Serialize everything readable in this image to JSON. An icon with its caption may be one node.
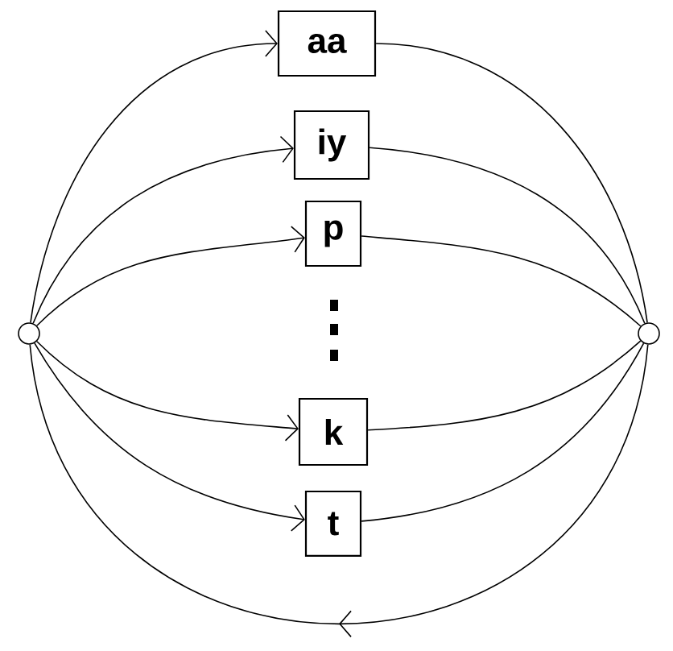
{
  "diagram": {
    "nodes": [
      {
        "text": [],
        "shape": "circle"
      },
      {
        "text": [
          "aa"
        ]
      },
      {
        "text": [
          "iy"
        ]
      },
      {
        "text": [
          "p"
        ]
      },
      {
        "text": [
          "k"
        ]
      },
      {
        "text": [
          "t"
        ]
      },
      {
        "text": [],
        "shape": "circle"
      }
    ],
    "edges": [
      {
        "from": 0,
        "to": 1,
        "arrow": "to"
      },
      {
        "from": 0,
        "to": 2,
        "arrow": "to"
      },
      {
        "from": 0,
        "to": 3,
        "arrow": "to"
      },
      {
        "from": 0,
        "to": 4,
        "arrow": "to"
      },
      {
        "from": 0,
        "to": 5,
        "arrow": "to"
      },
      {
        "from": 1,
        "to": 6,
        "arrow": "none"
      },
      {
        "from": 2,
        "to": 6,
        "arrow": "none"
      },
      {
        "from": 3,
        "to": 6,
        "arrow": "none"
      },
      {
        "from": 4,
        "to": 6,
        "arrow": "none"
      },
      {
        "from": 5,
        "to": 6,
        "arrow": "none"
      },
      {
        "from": 6,
        "to": 0,
        "arrow": "to"
      }
    ]
  }
}
